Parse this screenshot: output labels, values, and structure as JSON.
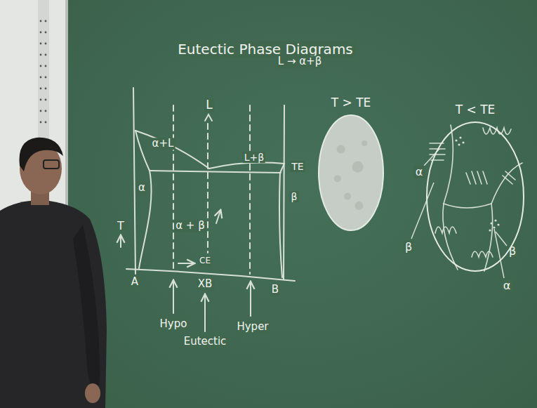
{
  "diagram": {
    "title": "Eutectic Phase Diagrams",
    "nodes": [
      {
        "text": [
          "T > TE"
        ]
      },
      {
        "text": [
          "T < TE"
        ]
      }
    ],
    "labels": [
      "L",
      "α+L",
      "L+β",
      "α",
      "β",
      "TE",
      "T",
      "α + β",
      "A",
      "CE",
      "XB",
      "B",
      "Hypo",
      "Eutectic",
      "Hyper",
      "L → α+β",
      "α",
      "β",
      "β",
      "α"
    ]
  }
}
